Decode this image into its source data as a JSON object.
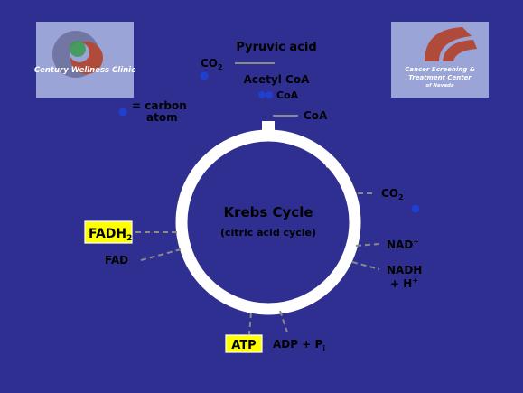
{
  "logos": {
    "left": {
      "text": "Century Wellness Clinic"
    },
    "right": {
      "line1": "Cancer Screening &",
      "line2": "Treatment Center",
      "line3": "of Nevada"
    }
  },
  "top": {
    "pyruvic": "Pyruvic acid",
    "co2": "CO",
    "co2_sub": "2",
    "acetyl": "Acetyl CoA",
    "legend_line1": "= carbon",
    "legend_line2": "atom",
    "coa": "CoA"
  },
  "cycle": {
    "title": "Krebs Cycle",
    "subtitle": "(citric acid cycle)"
  },
  "right_side": {
    "co2_out": "CO",
    "co2_out_sub": "2",
    "nad": "NAD",
    "nad_sup": "+",
    "nadh_line1": "NADH",
    "nadh_line2": "+ H",
    "nadh_sup": "+"
  },
  "left_side": {
    "fadh2": "FADH",
    "fadh2_sub": "2",
    "fad": "FAD"
  },
  "bottom": {
    "atp": "ATP",
    "adp": "ADP + P",
    "adp_sub": "i"
  },
  "colors": {
    "background": "#2f2f91",
    "highlight": "#ffff00",
    "carbon_atom": "#1f3fd0",
    "logo_bg": "#9aa4d6"
  }
}
